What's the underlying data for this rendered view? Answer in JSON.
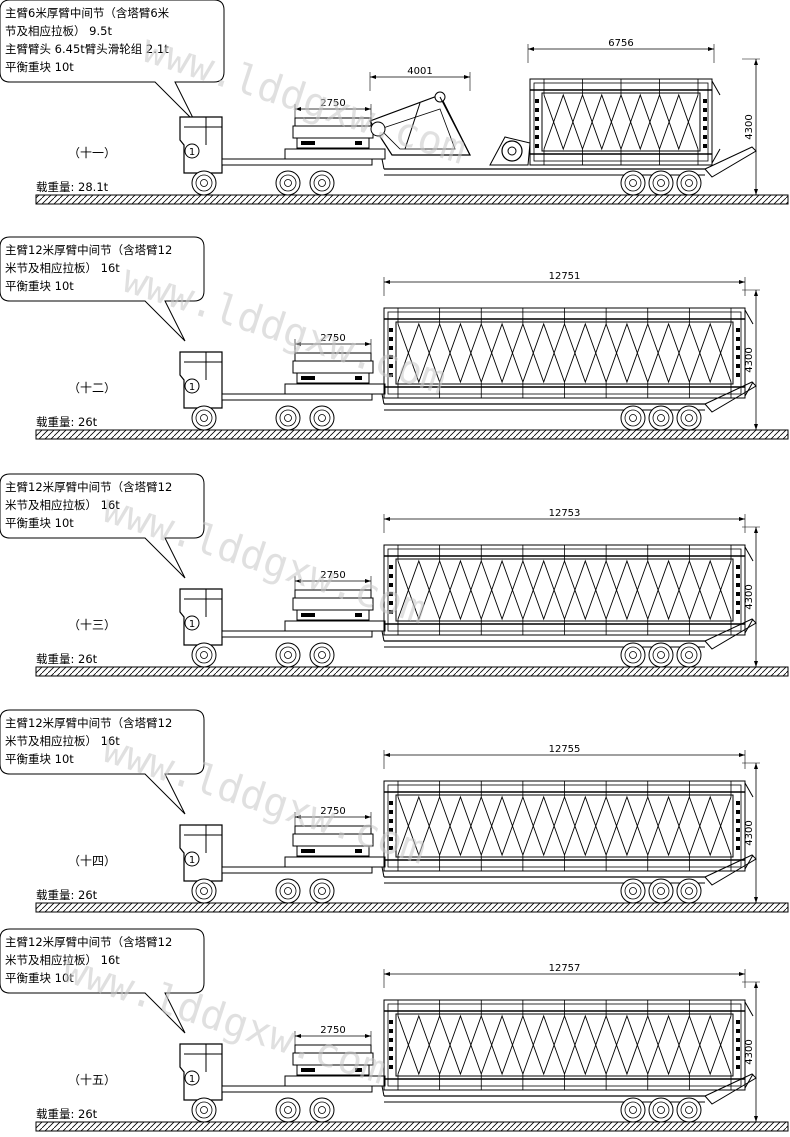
{
  "panels": [
    {
      "callout_lines": [
        "主臂6米厚臂中间节（含塔臂6米",
        "节及相应拉板） 9.5t",
        "主臂臂头 6.45t臂头滑轮组 2.1t",
        "平衡重块 10t"
      ],
      "label": "（十一）",
      "load": "载重量: 28.1t",
      "cab_number": "1",
      "dims": {
        "block": "2750",
        "mid": "4001",
        "main": "6756",
        "height": "4300"
      }
    },
    {
      "callout_lines": [
        "主臂12米厚臂中间节（含塔臂12",
        "米节及相应拉板） 16t",
        "平衡重块 10t"
      ],
      "label": "（十二）",
      "load": "载重量: 26t",
      "cab_number": "1",
      "dims": {
        "block": "2750",
        "main": "12751",
        "height": "4300"
      }
    },
    {
      "callout_lines": [
        "主臂12米厚臂中间节（含塔臂12",
        "米节及相应拉板） 16t",
        "平衡重块 10t"
      ],
      "label": "（十三）",
      "load": "载重量: 26t",
      "cab_number": "1",
      "dims": {
        "block": "2750",
        "main": "12753",
        "height": "4300"
      }
    },
    {
      "callout_lines": [
        "主臂12米厚臂中间节（含塔臂12",
        "米节及相应拉板） 16t",
        "平衡重块 10t"
      ],
      "label": "（十四）",
      "load": "载重量: 26t",
      "cab_number": "1",
      "dims": {
        "block": "2750",
        "main": "12755",
        "height": "4300"
      }
    },
    {
      "callout_lines": [
        "主臂12米厚臂中间节（含塔臂12",
        "米节及相应拉板） 16t",
        "平衡重块 10t"
      ],
      "label": "（十五）",
      "load": "载重量: 26t",
      "cab_number": "1",
      "dims": {
        "block": "2750",
        "main": "12757",
        "height": "4300"
      }
    }
  ],
  "watermark": "www.lddgxw.com"
}
